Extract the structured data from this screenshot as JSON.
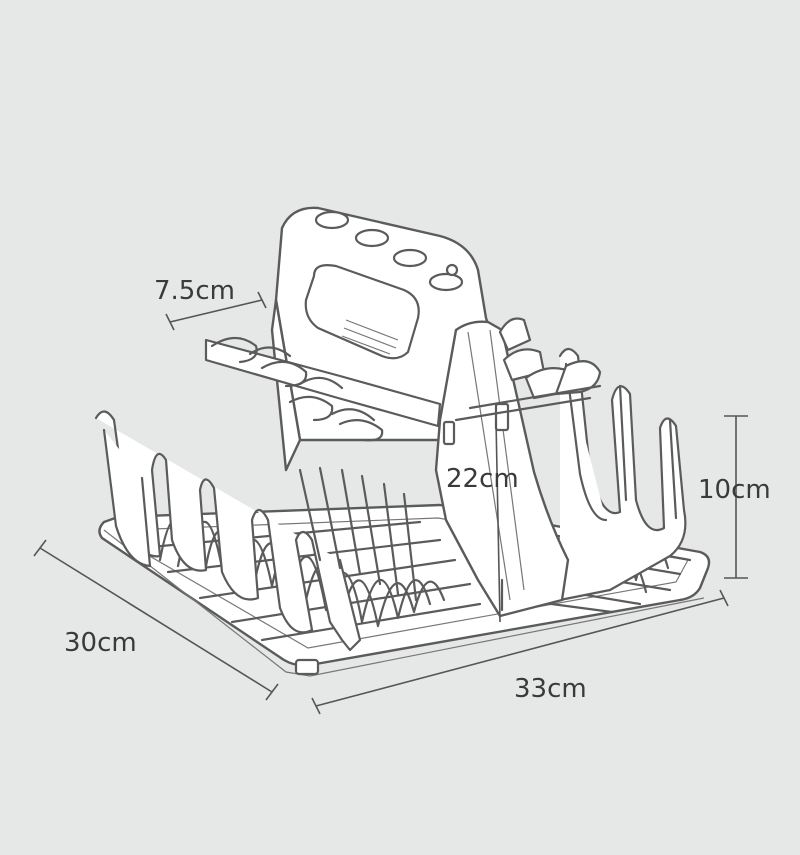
{
  "diagram": {
    "subject": "dish-drying-rack",
    "dimensions": {
      "handle_slot": "7.5cm",
      "center_height": "22cm",
      "side_height": "10cm",
      "depth": "30cm",
      "width": "33cm"
    },
    "colors": {
      "background": "#e6e8e8",
      "line": "#5b5b5b",
      "fill": "#ffffff",
      "text": "#3a3a3a"
    }
  }
}
